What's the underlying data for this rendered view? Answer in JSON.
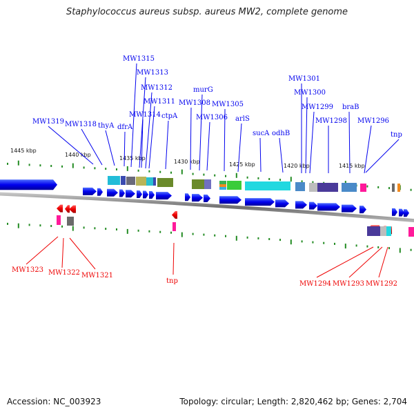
{
  "title": "Staphylococcus aureus subsp. aureus MW2, complete genome",
  "footer": {
    "accession_label": "Accession:",
    "accession": "NC_003923",
    "topology_label": "Topology:",
    "topology": "circular",
    "length_label": "Length:",
    "length": "2,820,462 bp",
    "genes_label": "Genes:",
    "genes": "2,704"
  },
  "colors": {
    "forward_gene": "#0000ee",
    "reverse_gene": "#ee0000",
    "tick": "#228b22",
    "backbone": "#888888"
  },
  "scale_labels": [
    "1445 kbp",
    "1440 kbp",
    "1435 kbp",
    "1430 kbp",
    "1425 kbp",
    "1420 kbp",
    "1415 kbp"
  ],
  "forward_labels": [
    "MW1319",
    "MW1318",
    "thyA",
    "dfrA",
    "MW1315",
    "MW1313",
    "MW1314",
    "MW1312",
    "MW1311",
    "ctpA",
    "MW1308",
    "murG",
    "MW1306",
    "MW1305",
    "arlS",
    "sucA",
    "odhB",
    "MW1301",
    "MW1300",
    "MW1299",
    "MW1298",
    "braB",
    "MW1296",
    "tnp"
  ],
  "reverse_labels": [
    "MW1323",
    "MW1322",
    "MW1321",
    "tnp",
    "MW1294",
    "MW1293",
    "MW1292"
  ]
}
